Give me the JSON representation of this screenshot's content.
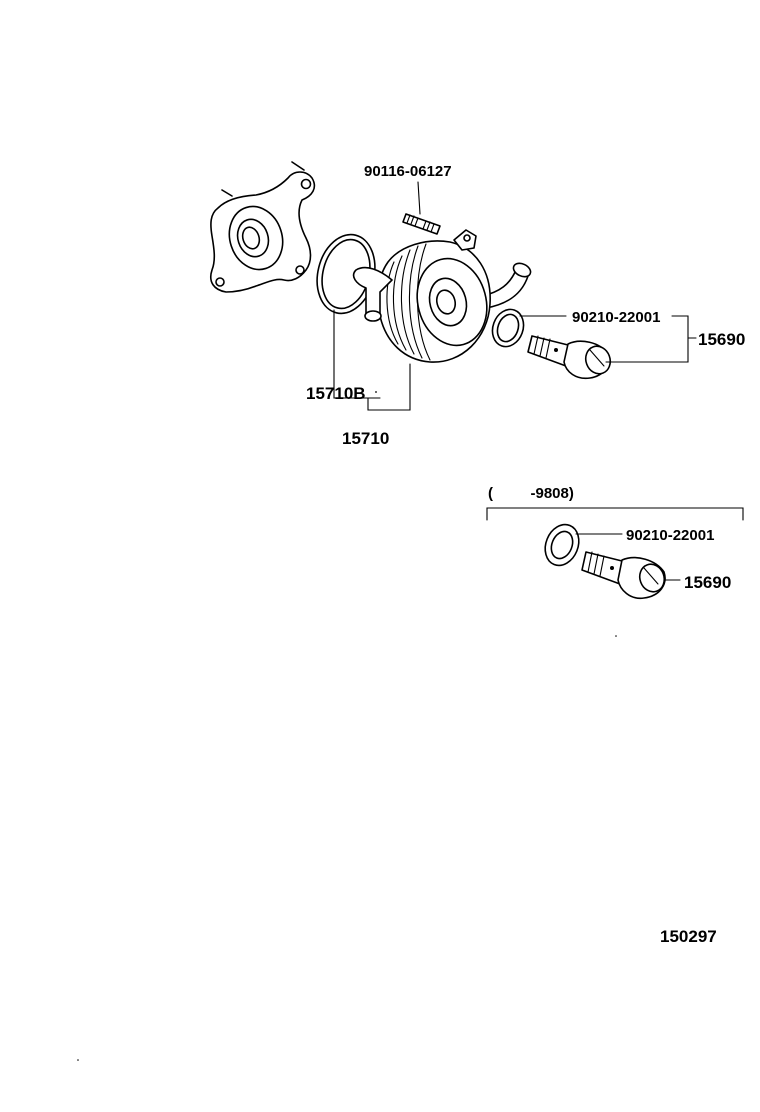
{
  "diagram": {
    "labels": {
      "stud_bolt": "90116-06127",
      "gasket_main": "90210-22001",
      "union_bolt_main": "15690",
      "oring_15710b": "15710B",
      "cooler_assy": "15710",
      "date_range": "(         -9808)",
      "gasket_alt": "90210-22001",
      "union_bolt_alt": "15690",
      "illustration_no": "150297"
    }
  }
}
